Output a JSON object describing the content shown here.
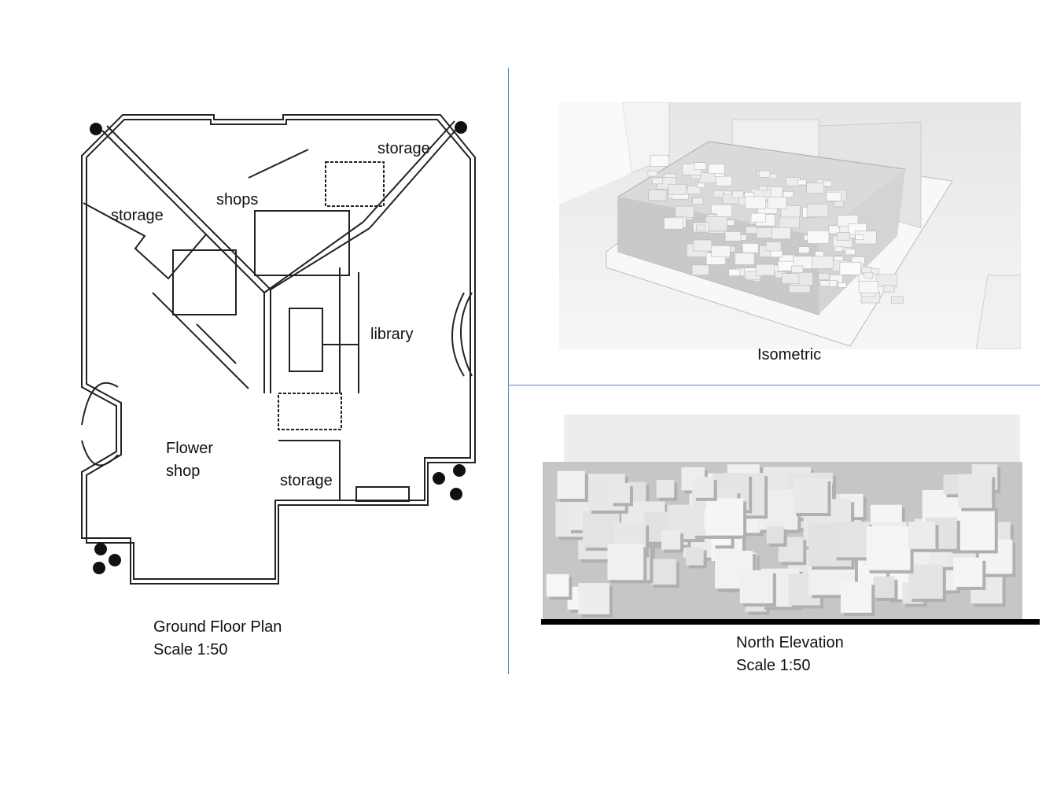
{
  "floor_plan": {
    "rooms": {
      "storage_top": "storage",
      "shops": "shops",
      "storage_left": "storage",
      "library": "library",
      "flower_shop_line1": "Flower",
      "flower_shop_line2": "shop",
      "storage_bottom": "storage"
    },
    "caption_title": "Ground Floor Plan",
    "caption_scale": "Scale 1:50"
  },
  "isometric": {
    "caption": "Isometric"
  },
  "elevation": {
    "caption_title": "North Elevation",
    "caption_scale": "Scale 1:50"
  },
  "colors": {
    "divider": "#5b7fc8",
    "wall": "#222222",
    "render_light": "#f2f2f2",
    "render_shadow": "#bdbdbd"
  }
}
